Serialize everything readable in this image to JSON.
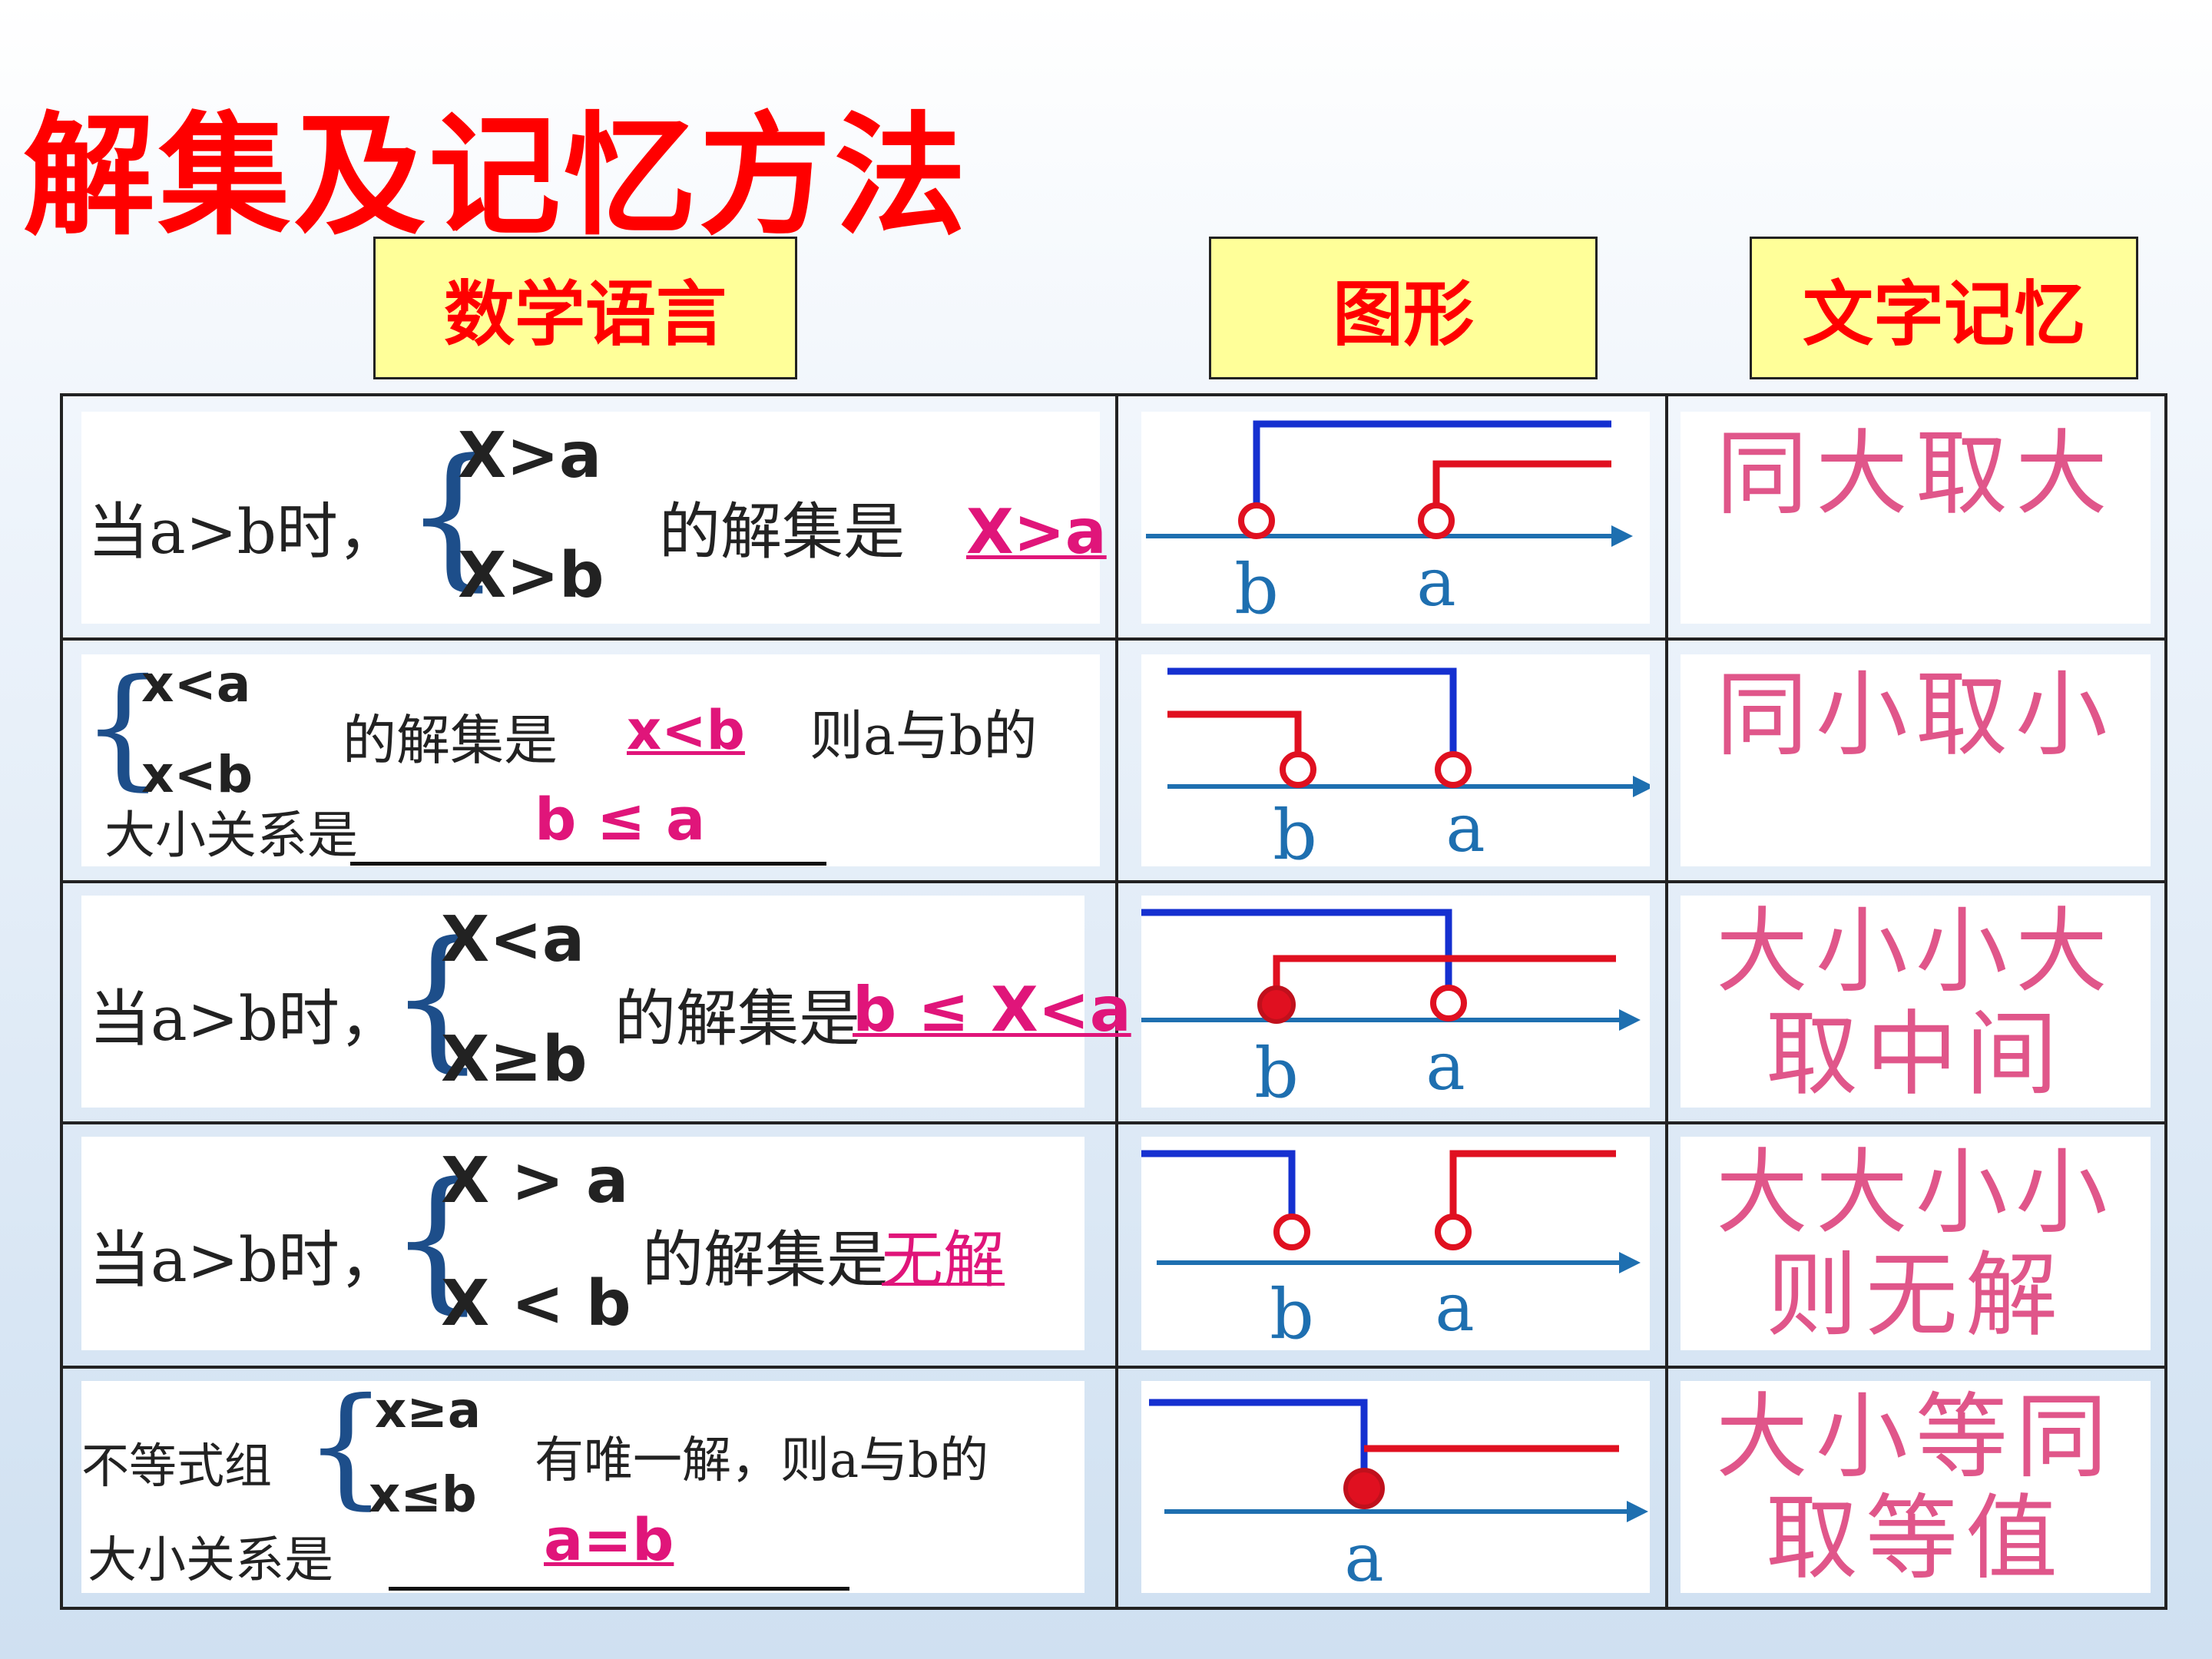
{
  "title": "解集及记忆方法",
  "headers": {
    "math": "数学语言",
    "figure": "图形",
    "memory": "文字记忆"
  },
  "rows": [
    {
      "pre": "当a>b时，",
      "system": [
        "X>a",
        "X>b"
      ],
      "mid": "的解集是",
      "answer": "X>a",
      "labels": [
        "b",
        "a"
      ],
      "memory": [
        "同大取大"
      ]
    },
    {
      "system": [
        "x<a",
        "x<b"
      ],
      "mid": "的解集是",
      "answer": "x<b",
      "post": "则a与b的",
      "line2": "大小关系是",
      "answer2": "b ≤ a",
      "labels": [
        "b",
        "a"
      ],
      "memory": [
        "同小取小"
      ]
    },
    {
      "pre": "当a>b时，",
      "system": [
        "X<a",
        "X≥b"
      ],
      "mid": "的解集是",
      "answer": "b ≤ X<a",
      "labels": [
        "b",
        "a"
      ],
      "memory": [
        "大小小大",
        "取中间"
      ]
    },
    {
      "pre": "当a>b时，",
      "system": [
        "X > a",
        "X < b"
      ],
      "mid": "的解集是",
      "answer": "无解",
      "labels": [
        "b",
        "a"
      ],
      "memory": [
        "大大小小",
        "则无解"
      ]
    },
    {
      "pre": "不等式组",
      "system": [
        "x≥a",
        "x≤b"
      ],
      "mid": "有唯一解，则a与b的",
      "line2": "大小关系是",
      "answer2": "a=b",
      "labels": [
        "a"
      ],
      "memory": [
        "大小等同",
        "取等值"
      ]
    }
  ],
  "colors": {
    "axis": "#1e6fb0",
    "blue": "#1530d0",
    "red": "#e01020",
    "mnemonic": "#e0568a"
  }
}
